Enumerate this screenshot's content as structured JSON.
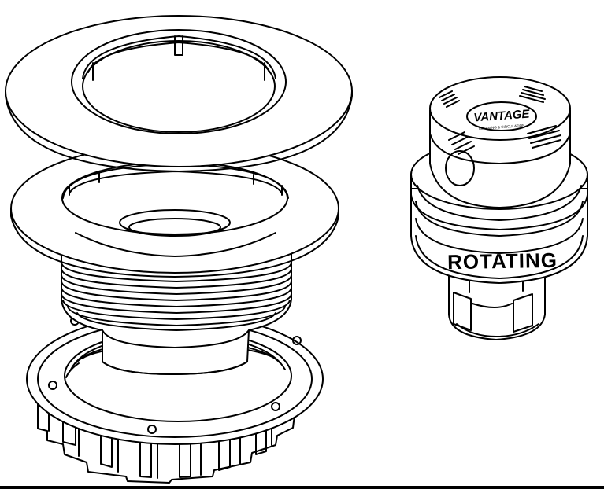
{
  "colors": {
    "line": "#000000",
    "fill": "#ffffff"
  },
  "nozzle": {
    "brand_logo": "VANTAGE",
    "logo_tagline": "CLEANING & CIRCULATION",
    "band_label": "ROTATING"
  }
}
